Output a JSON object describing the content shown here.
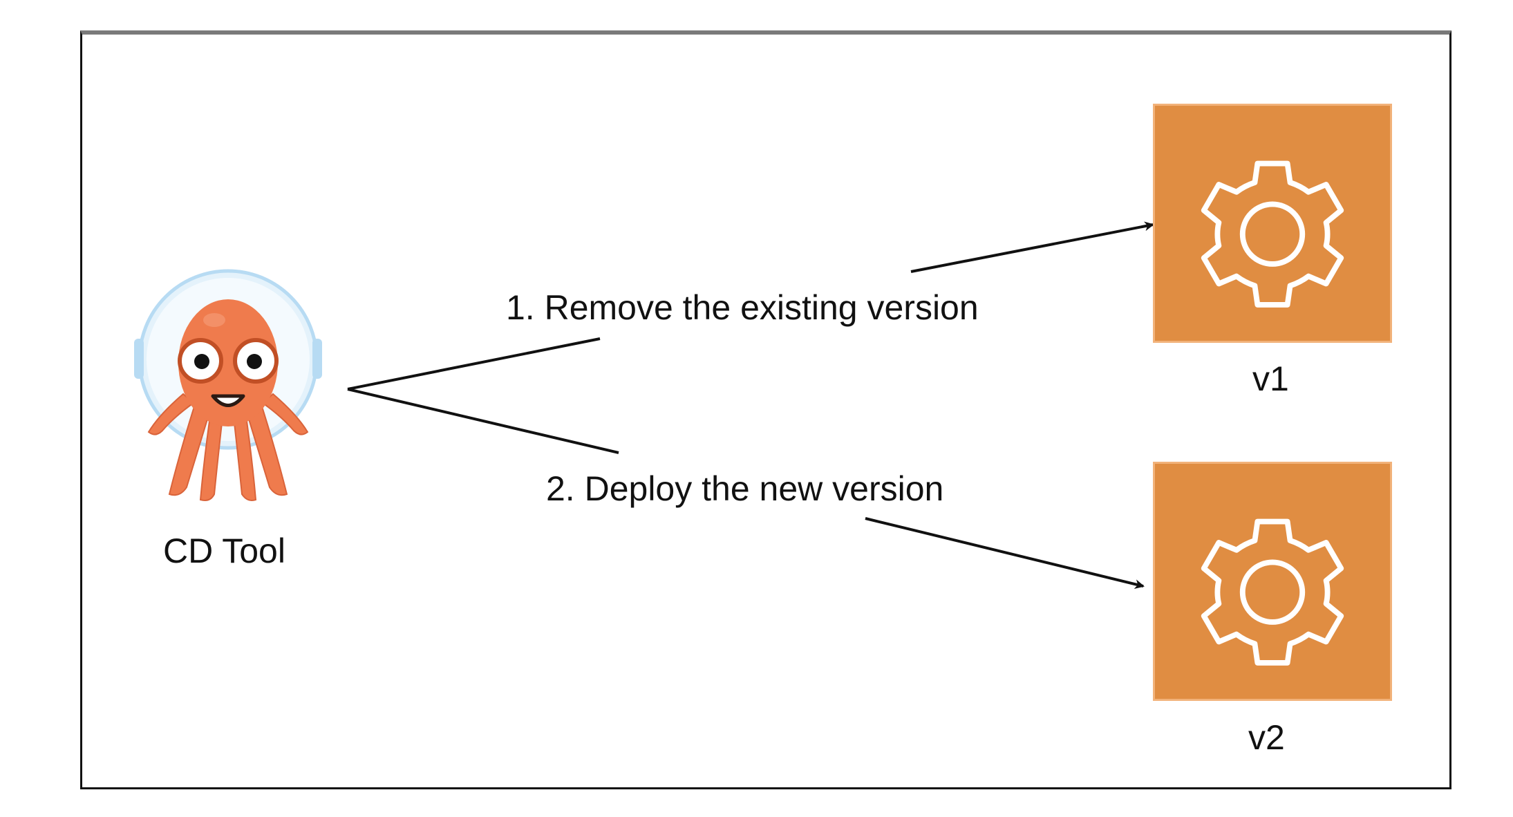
{
  "diagram": {
    "source": {
      "label": "CD Tool",
      "icon": "argo-octopus-mascot-icon"
    },
    "steps": [
      {
        "label": "1. Remove the existing version"
      },
      {
        "label": "2. Deploy the new version"
      }
    ],
    "targets": [
      {
        "label": "v1",
        "icon": "gear-icon"
      },
      {
        "label": "v2",
        "icon": "gear-icon"
      }
    ],
    "colors": {
      "service_fill": "#e08d42",
      "mascot_body": "#ef7b4d",
      "helmet": "#d6ecfa",
      "arrow": "#111111"
    }
  }
}
